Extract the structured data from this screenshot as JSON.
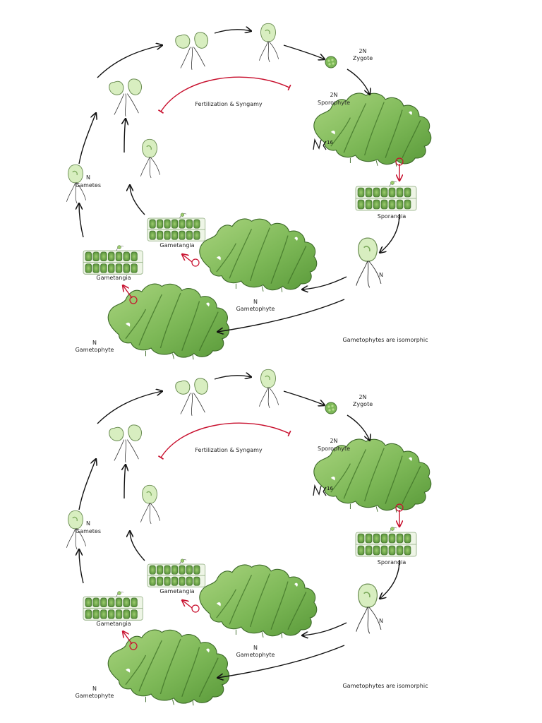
{
  "colors": {
    "thallus_light": "#9fce73",
    "thallus_dark": "#4d8a2f",
    "thallus_edge": "#3e6b2a",
    "cell_green": "#6fa94a",
    "arrow_black": "#111111",
    "arrow_red": "#c8102e",
    "gamete_fill": "#d8eec0"
  },
  "icons": [
    "thallus-icon",
    "sporangia-icon",
    "gametangia-icon",
    "zoospore-icon",
    "gamete-icon",
    "zygote-icon",
    "signature-mark"
  ],
  "signature_text": "NKY 16",
  "panels": [
    {
      "labels": {
        "zygote_ploidy": "2N",
        "zygote": "Zygote",
        "sporophyte_ploidy": "2N",
        "sporophyte": "Sporophyte",
        "fertilization": "Fertilization & Syngamy",
        "gametes_ploidy": "N",
        "gametes": "Gametes",
        "sporangia": "Sporangia",
        "spores_ploidy": "N",
        "gametangia_upper": "Gametangia",
        "gametangia_lower": "Gametangia",
        "gametophyte_upper_ploidy": "N",
        "gametophyte_upper": "Gametophyte",
        "gametophyte_lower_ploidy": "N",
        "gametophyte_lower": "Gametophyte",
        "isomorphic_note": "Gametophytes are isomorphic"
      }
    },
    {
      "labels": {
        "zygote_ploidy": "2N",
        "zygote": "Zygote",
        "sporophyte_ploidy": "2N",
        "sporophyte": "Sporophyte",
        "fertilization": "Fertilization & Syngamy",
        "gametes_ploidy": "N",
        "gametes": "Gametes",
        "sporangia": "Sporangia",
        "spores_ploidy": "N",
        "gametangia_upper": "Gametangia",
        "gametangia_lower": "Gametangia",
        "gametophyte_upper_ploidy": "N",
        "gametophyte_upper": "Gametophyte",
        "gametophyte_lower_ploidy": "N",
        "gametophyte_lower": "Gametophyte",
        "isomorphic_note": "Gametophytes are isomorphic"
      }
    }
  ]
}
